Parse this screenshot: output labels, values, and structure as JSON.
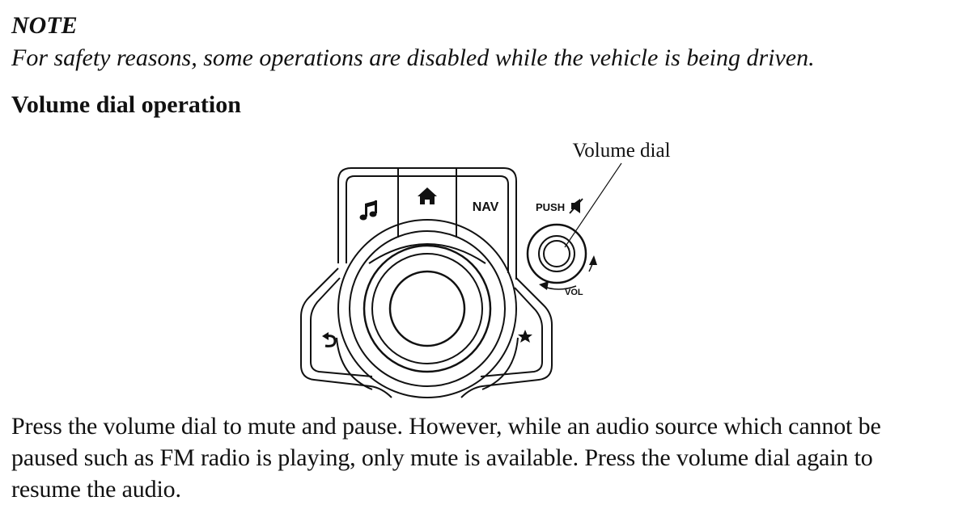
{
  "note": {
    "heading": "NOTE",
    "text": "For safety reasons, some operations are disabled while the vehicle is being driven."
  },
  "section": {
    "heading": "Volume dial operation"
  },
  "figure": {
    "callout_label": "Volume dial",
    "buttons": {
      "music_icon": "music-note-icon",
      "home_icon": "home-icon",
      "nav_label": "NAV",
      "back_icon": "back-arrow-icon",
      "favorite_icon": "star-icon"
    },
    "volume_knob": {
      "push_label": "PUSH",
      "mute_icon": "speaker-mute-icon",
      "vol_label": "VOL"
    }
  },
  "body": {
    "lines": [
      "Press the volume dial to mute and pause. However, while an audio source which cannot be",
      "paused such as FM radio is playing, only mute is available. Press the volume dial again to",
      "resume the audio."
    ]
  }
}
